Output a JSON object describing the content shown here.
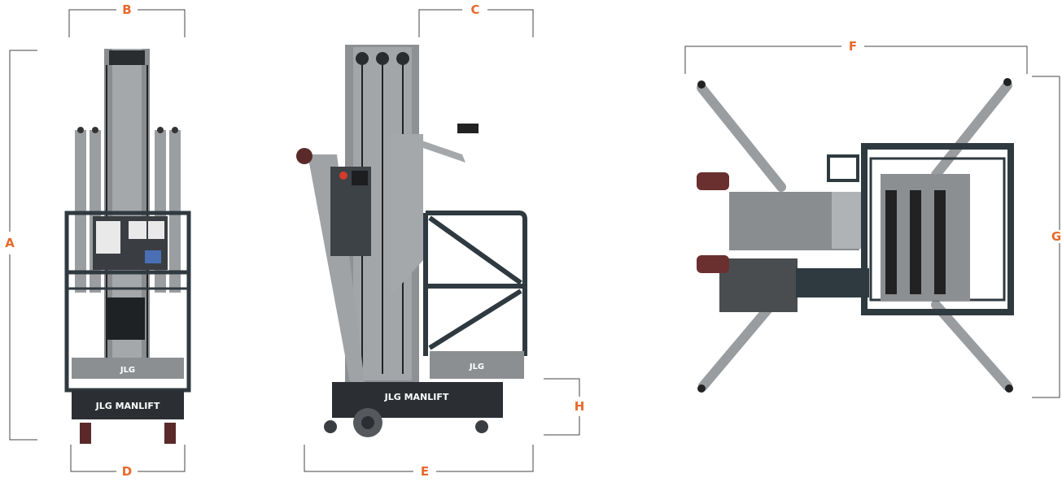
{
  "colors": {
    "accent": "#e8692c",
    "frame": "#2f3a40",
    "mast": "#8a8d90",
    "base": "#2b2f33",
    "bracket": "#444444"
  },
  "dimensions": {
    "A": "A",
    "B": "B",
    "C": "C",
    "D": "D",
    "E": "E",
    "F": "F",
    "G": "G",
    "H": "H"
  },
  "branding": {
    "logo": "JLG",
    "base_logo": "JLG MANLIFT"
  }
}
